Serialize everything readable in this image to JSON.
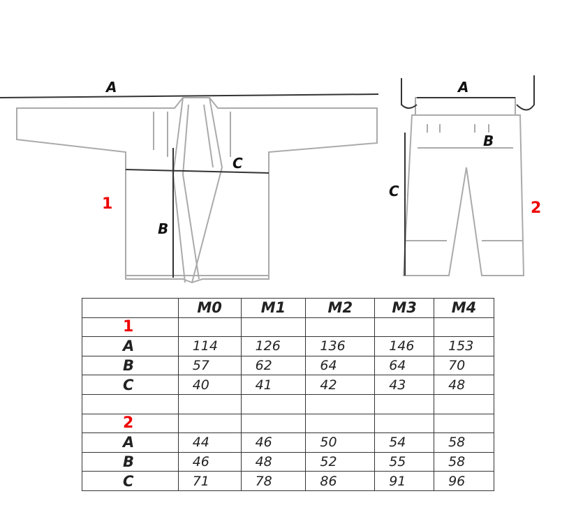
{
  "diagram": {
    "jacket": {
      "number": "1",
      "labels": {
        "a": "A",
        "b": "B",
        "c": "C"
      }
    },
    "pants": {
      "number": "2",
      "labels": {
        "a": "A",
        "b": "B",
        "c": "C"
      }
    }
  },
  "table": {
    "headers": [
      "",
      "M0",
      "M1",
      "M2",
      "M3",
      "M4"
    ],
    "sections": [
      {
        "label": "1",
        "rows": [
          {
            "label": "A",
            "values": [
              "114",
              "126",
              "136",
              "146",
              "153"
            ]
          },
          {
            "label": "B",
            "values": [
              "57",
              "62",
              "64",
              "64",
              "70"
            ]
          },
          {
            "label": "C",
            "values": [
              "40",
              "41",
              "42",
              "43",
              "48"
            ]
          }
        ]
      },
      {
        "label": "2",
        "rows": [
          {
            "label": "A",
            "values": [
              "44",
              "46",
              "50",
              "54",
              "58"
            ]
          },
          {
            "label": "B",
            "values": [
              "46",
              "48",
              "52",
              "55",
              "58"
            ]
          },
          {
            "label": "C",
            "values": [
              "71",
              "78",
              "86",
              "91",
              "96"
            ]
          }
        ]
      }
    ]
  }
}
